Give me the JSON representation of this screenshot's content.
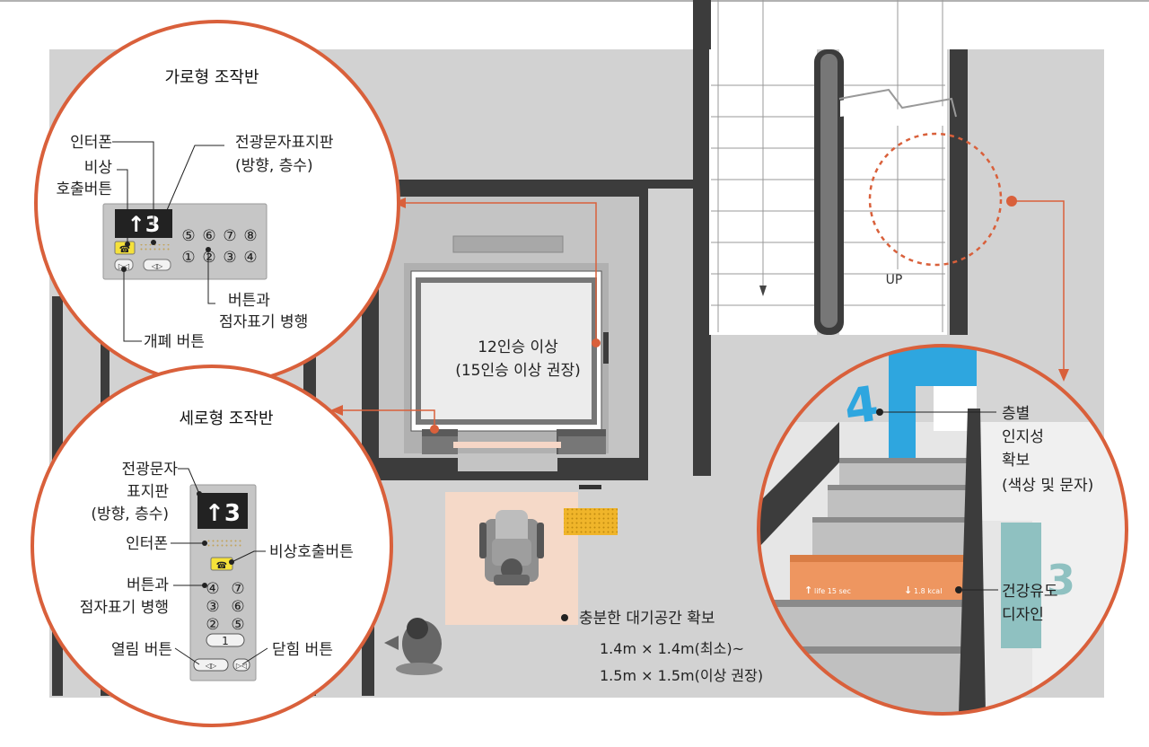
{
  "horizontal_panel": {
    "title": "가로형 조작반",
    "intercom": "인터폰",
    "emergency_line1": "비상",
    "emergency_line2": "호출버튼",
    "led_line1": "전광문자표지판",
    "led_line2": "(방향, 층수)",
    "display": "↑3",
    "floor_buttons_top": [
      "⑤",
      "⑥",
      "⑦",
      "⑧"
    ],
    "floor_buttons_bottom": [
      "①",
      "②",
      "③",
      "④"
    ],
    "braille_line1": "버튼과",
    "braille_line2": "점자표기 병행",
    "door_button": "개폐 버튼"
  },
  "vertical_panel": {
    "title": "세로형 조작반",
    "led_line1": "전광문자",
    "led_line2": "표지판",
    "led_line3": "(방향, 층수)",
    "display": "↑3",
    "intercom": "인터폰",
    "emergency": "비상호출버튼",
    "braille_line1": "버튼과",
    "braille_line2": "점자표기 병행",
    "buttons": [
      [
        "④",
        "⑦"
      ],
      [
        "③",
        "⑥"
      ],
      [
        "②",
        "⑤"
      ]
    ],
    "wide_button": "1",
    "open_button": "열림 버튼",
    "close_button": "닫힘 버튼"
  },
  "elevator": {
    "capacity_line1": "12인승 이상",
    "capacity_line2": "(15인승 이상 권장)"
  },
  "waiting_space": {
    "title": "충분한 대기공간 확보",
    "size_line1": "1.4m × 1.4m(최소)~",
    "size_line2": "1.5m × 1.5m(이상 권장)"
  },
  "stairs": {
    "up_label": "UP",
    "floor_sign_4": "4",
    "floor_sign_3": "3",
    "floor_id_line1": "층별",
    "floor_id_line2": "인지성",
    "floor_id_line3": "확보",
    "floor_id_line4": "(색상 및 문자)",
    "health_line1": "건강유도",
    "health_line2": "디자인",
    "step_left": "life 15 sec",
    "step_right": "1.8 kcal"
  },
  "colors": {
    "accent": "#d9603b",
    "floor_blue": "#2ea6df",
    "floor_teal": "#8fc1c1",
    "step_orange": "#ee9660",
    "waiting_fill": "#f5d9c8",
    "tactile_yellow": "#f0b52a",
    "building_gray": "#d2d2d2",
    "wall_dark": "#3c3c3c"
  }
}
